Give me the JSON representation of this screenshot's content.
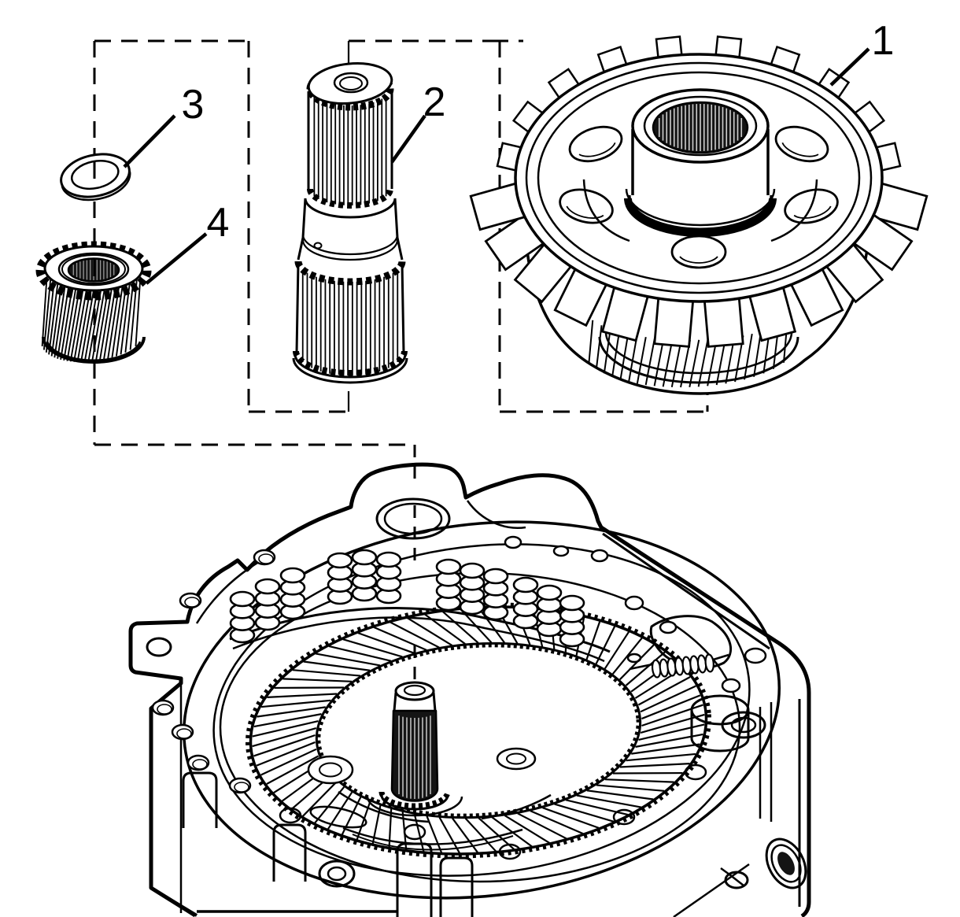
{
  "figure": {
    "kind": "exploded-parts-diagram",
    "colors": {
      "background": "#ffffff",
      "ink": "#000000"
    },
    "callouts": [
      {
        "number": "1"
      },
      {
        "number": "2"
      },
      {
        "number": "3"
      },
      {
        "number": "4"
      }
    ]
  }
}
